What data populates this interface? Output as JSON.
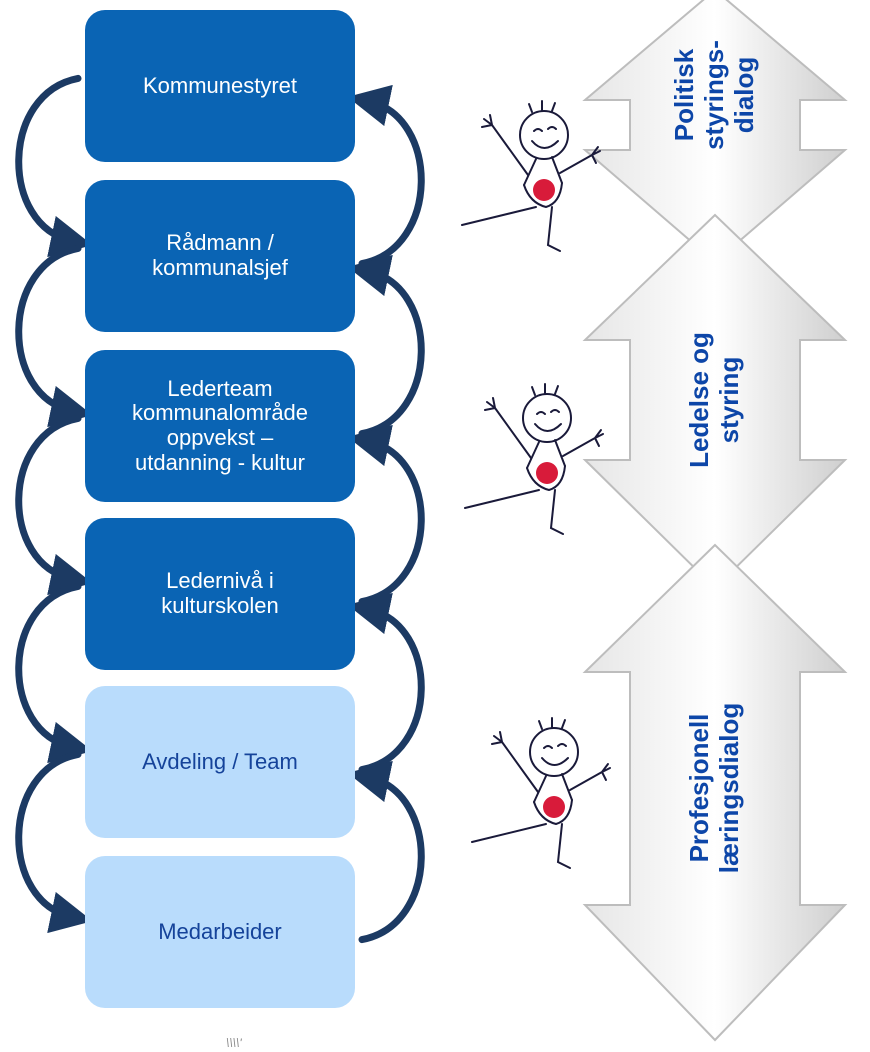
{
  "boxes": [
    {
      "label": "Kommunestyret"
    },
    {
      "label": "Rådmann /\nkommunalsjef"
    },
    {
      "label": "Lederteam\nkommunalområde\noppvekst –\nutdanning - kultur"
    },
    {
      "label": "Ledernivå i\nkulturskolen"
    },
    {
      "label": "Avdeling / Team"
    },
    {
      "label": "Medarbeider"
    }
  ],
  "dialogs": [
    {
      "label": "Politisk\nstyrings-\ndialog"
    },
    {
      "label": "Ledelse og\nstyring"
    },
    {
      "label": "Profesjonell\nlæringsdialog"
    }
  ],
  "colors": {
    "dark_box": "#0a64b4",
    "light_box": "#b9dcfc",
    "dialog_text": "#0d46a8",
    "arrow": "#1c3a63",
    "heart": "#d81b3a"
  },
  "icons": [
    "curved-arrow-icon",
    "stick-figure-icon",
    "heart-icon",
    "double-arrow-icon"
  ]
}
